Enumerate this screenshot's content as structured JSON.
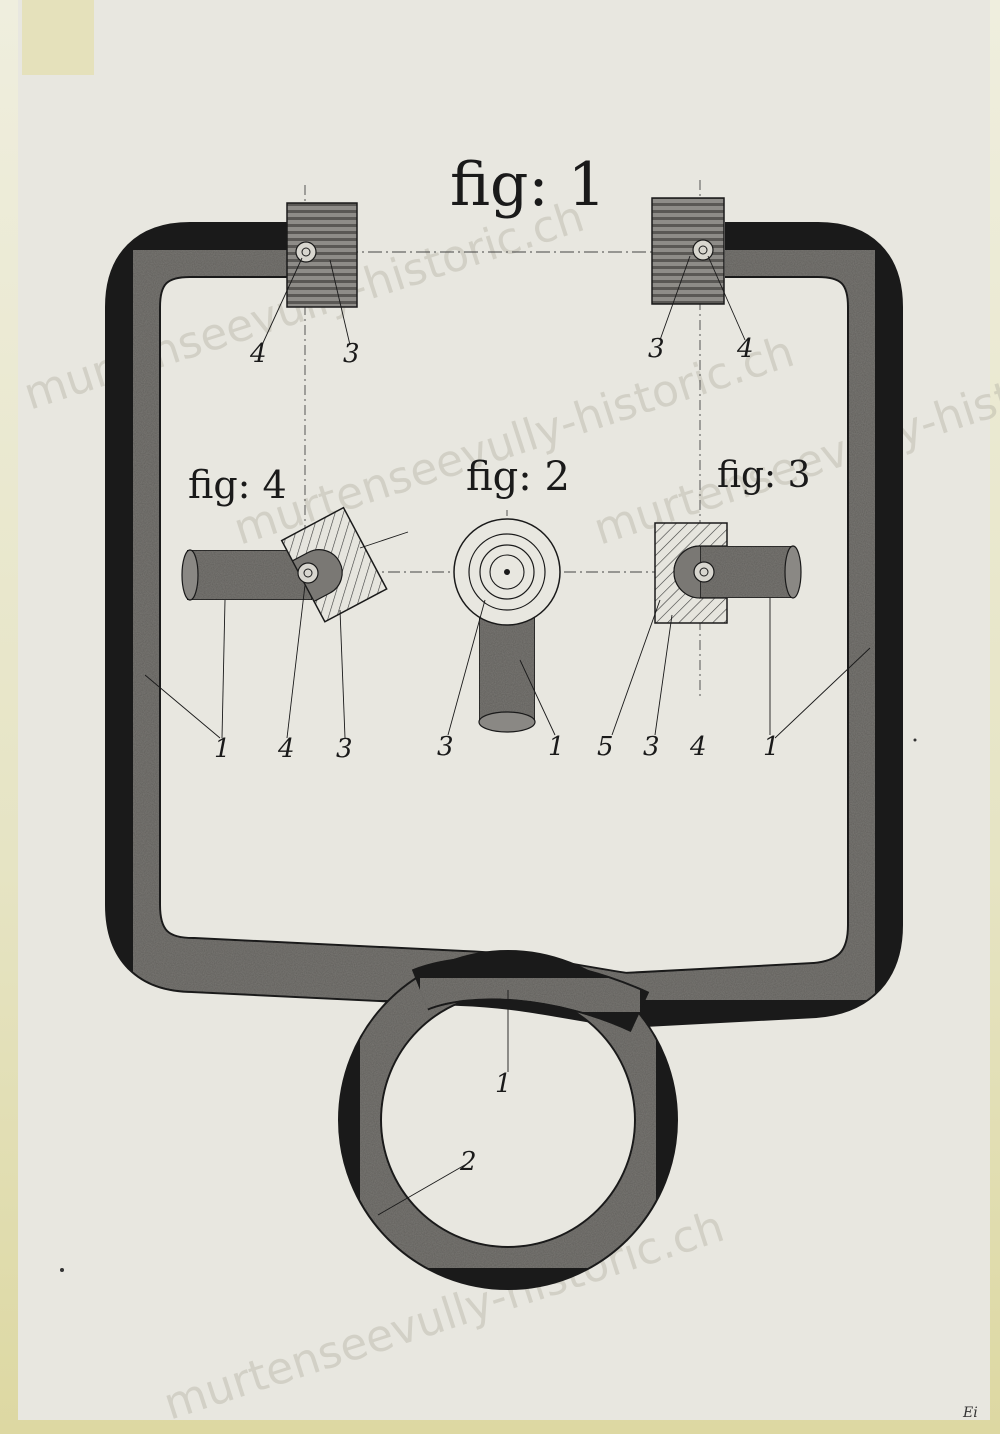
{
  "figures": {
    "fig1": "fig: 1",
    "fig2": "fig: 2",
    "fig3": "fig: 3",
    "fig4": "fig: 4"
  },
  "callouts": {
    "fig1_left_4": "4",
    "fig1_left_3": "3",
    "fig1_right_3": "3",
    "fig1_right_4": "4",
    "fig4_1": "1",
    "fig4_4": "4",
    "fig4_3": "3",
    "fig2_3": "3",
    "fig2_1": "1",
    "fig3_5": "5",
    "fig3_3": "3",
    "fig3_4": "4",
    "fig3_1": "1",
    "frame_left_1": "1",
    "frame_right_1": "1",
    "loop_1": "1",
    "ring_2": "2"
  },
  "watermark": {
    "text_a": "murtenseevully-historic.ch",
    "text_b": "murtenseevully-historic.ch",
    "text_c": "murtenseevully-histo"
  },
  "corner_mark": "Ei",
  "colors": {
    "paper": "#e8e7e0",
    "border": "#e4e2c4",
    "ink": "#1a1a1a",
    "rod": "#6e6c68"
  }
}
